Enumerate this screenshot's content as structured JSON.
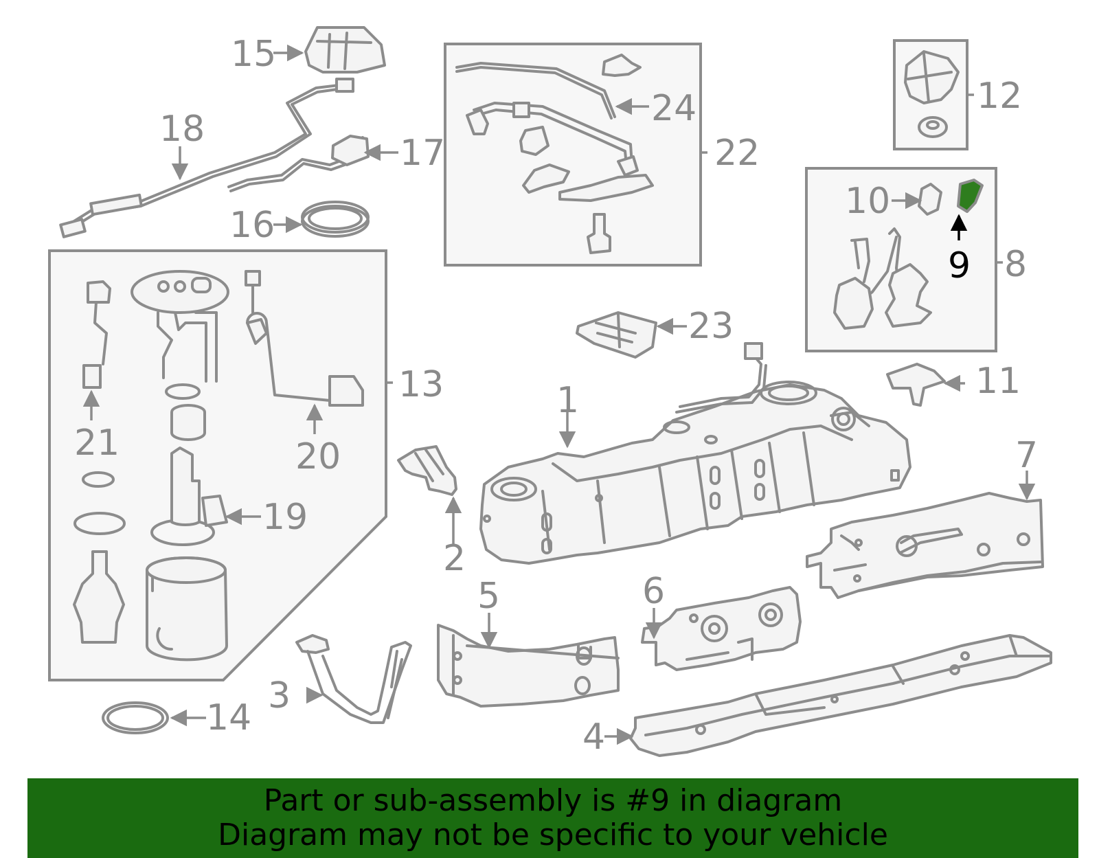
{
  "labels": [
    "1",
    "2",
    "3",
    "4",
    "5",
    "6",
    "7",
    "8",
    "9",
    "10",
    "11",
    "12",
    "13",
    "14",
    "15",
    "16",
    "17",
    "18",
    "19",
    "20",
    "21",
    "22",
    "23",
    "24"
  ],
  "highlight": {
    "part": "9",
    "color": "#2e7d1e"
  },
  "banner": {
    "background": "#1a6b10",
    "line1": "Part or sub-assembly is #9 in diagram",
    "line2": "Diagram may not be specific to your vehicle"
  },
  "colors": {
    "line": "#8c8c8c",
    "label": "#8a8a8a"
  }
}
